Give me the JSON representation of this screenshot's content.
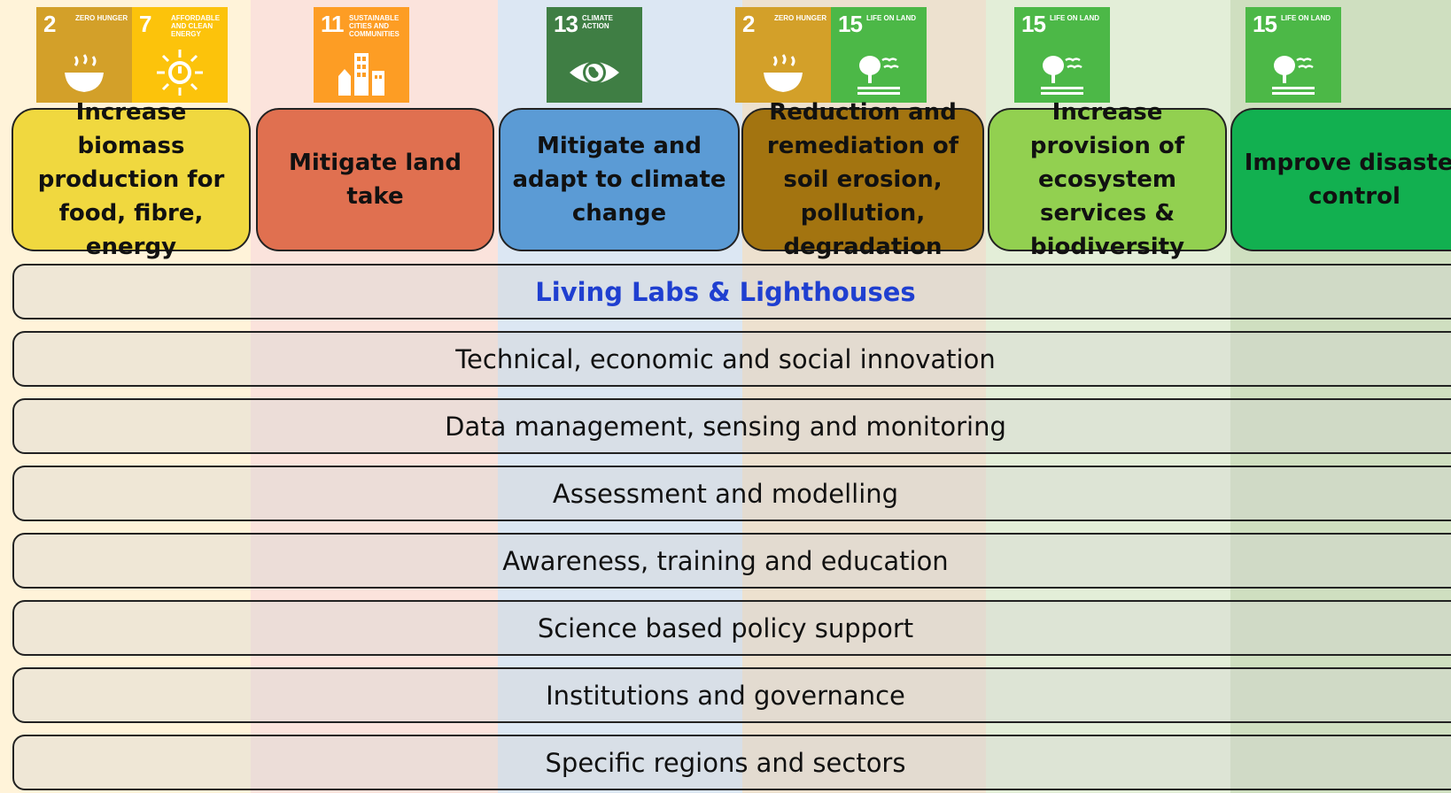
{
  "columns": [
    {
      "id": "biomass",
      "label": "Increase biomass production for food, fibre, energy",
      "bg": "#fff3d9",
      "box": "#f0d83f",
      "text_color": "#111111"
    },
    {
      "id": "land-take",
      "label": "Mitigate land take",
      "bg": "#fbe3dc",
      "box": "#e07050",
      "text_color": "#111111"
    },
    {
      "id": "climate",
      "label": "Mitigate and adapt to climate change",
      "bg": "#dce7f3",
      "box": "#5b9bd5",
      "text_color": "#111111"
    },
    {
      "id": "soil",
      "label": "Reduction and remediation of soil erosion, pollution, degradation",
      "bg": "#ede1cf",
      "box": "#a37410",
      "text_color": "#111111"
    },
    {
      "id": "ecosystem",
      "label": "Increase provision of ecosystem services & biodiversity",
      "bg": "#e3eed8",
      "box": "#92d050",
      "text_color": "#111111"
    },
    {
      "id": "disaster",
      "label": "Improve disaster control",
      "bg": "#cfdfc0",
      "box": "#12b050",
      "text_color": "#111111"
    }
  ],
  "sdg_icons": [
    [
      {
        "num": "2",
        "text": "Zero Hunger",
        "color": "#d3a029",
        "icon": "bowl-icon"
      },
      {
        "num": "7",
        "text": "Affordable and Clean Energy",
        "color": "#fcc30b",
        "icon": "sun-icon"
      }
    ],
    [
      {
        "num": "11",
        "text": "Sustainable Cities and Communities",
        "color": "#fd9d24",
        "icon": "city-icon"
      }
    ],
    [
      {
        "num": "13",
        "text": "Climate Action",
        "color": "#3f7e44",
        "icon": "eye-icon"
      }
    ],
    [
      {
        "num": "2",
        "text": "Zero Hunger",
        "color": "#d3a029",
        "icon": "bowl-icon"
      },
      {
        "num": "15",
        "text": "Life on Land",
        "color": "#4cb847",
        "icon": "tree-icon"
      }
    ],
    [
      {
        "num": "15",
        "text": "Life on Land",
        "color": "#4cb847",
        "icon": "tree-icon"
      }
    ],
    [
      {
        "num": "15",
        "text": "Life on Land",
        "color": "#4cb847",
        "icon": "tree-icon"
      }
    ]
  ],
  "bands": [
    "Living Labs & Lighthouses",
    "Technical, economic and social innovation",
    "Data management, sensing and monitoring",
    "Assessment and modelling",
    "Awareness, training and education",
    "Science based policy support",
    "Institutions and governance",
    "Specific regions and sectors"
  ]
}
